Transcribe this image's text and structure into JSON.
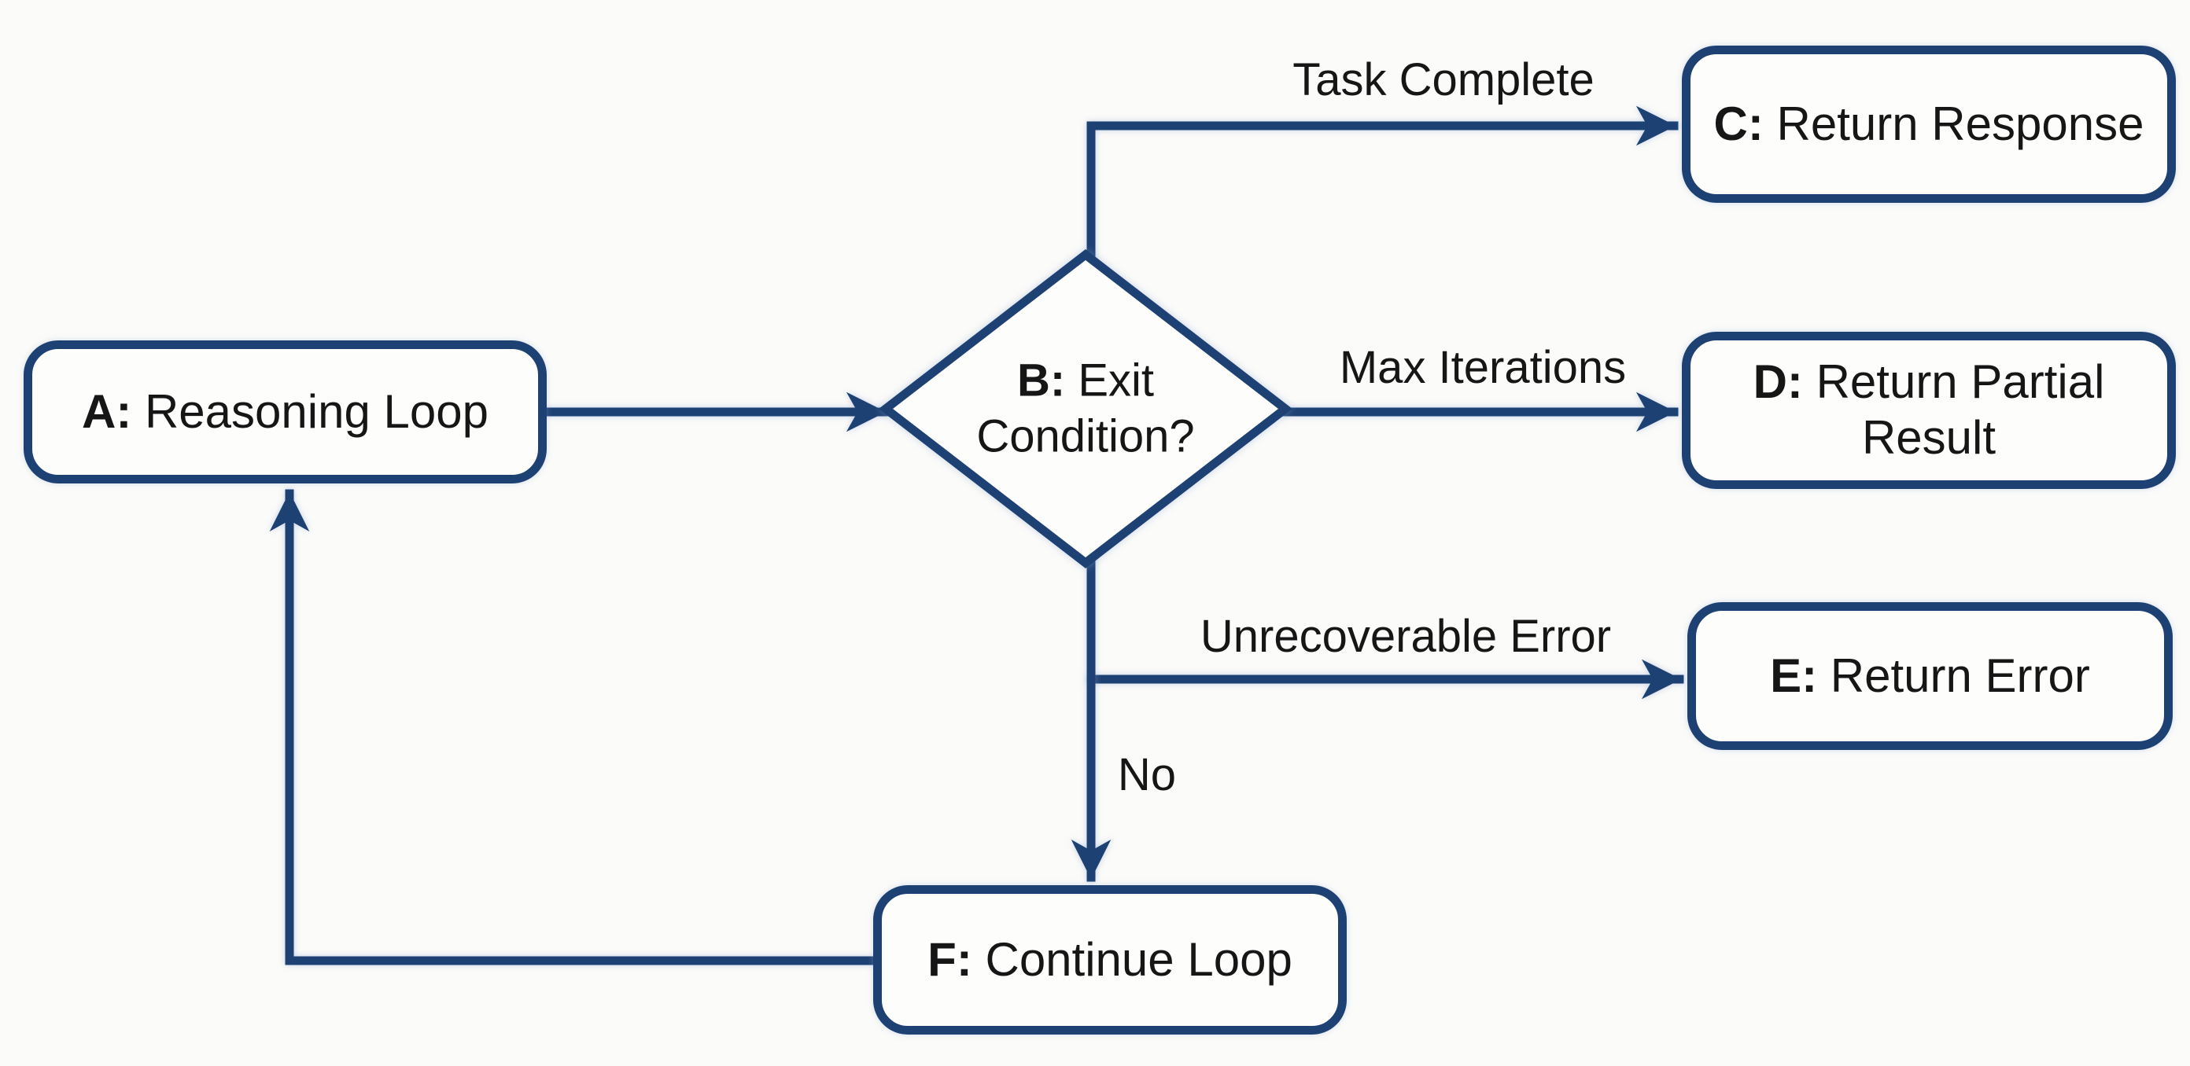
{
  "colors": {
    "accent": "#1d4173",
    "background": "#fbfbf9",
    "node_fill": "#fdfdfc",
    "ink": "#161616"
  },
  "nodes": {
    "A": {
      "prefix": "A:",
      "label": "Reasoning Loop",
      "shape": "rounded-rectangle"
    },
    "B": {
      "prefix": "B:",
      "label": "Exit Condition?",
      "shape": "diamond"
    },
    "C": {
      "prefix": "C:",
      "label": "Return Response",
      "shape": "rounded-rectangle"
    },
    "D": {
      "prefix": "D:",
      "label": "Return Partial Result",
      "shape": "rounded-rectangle"
    },
    "E": {
      "prefix": "E:",
      "label": "Return Error",
      "shape": "rounded-rectangle"
    },
    "F": {
      "prefix": "F:",
      "label": "Continue Loop",
      "shape": "rounded-rectangle"
    }
  },
  "edges": [
    {
      "from": "A",
      "to": "B",
      "label": ""
    },
    {
      "from": "B",
      "to": "C",
      "label": "Task Complete"
    },
    {
      "from": "B",
      "to": "D",
      "label": "Max Iterations"
    },
    {
      "from": "B",
      "to": "E",
      "label": "Unrecoverable Error"
    },
    {
      "from": "B",
      "to": "F",
      "label": "No"
    },
    {
      "from": "F",
      "to": "A",
      "label": ""
    }
  ]
}
